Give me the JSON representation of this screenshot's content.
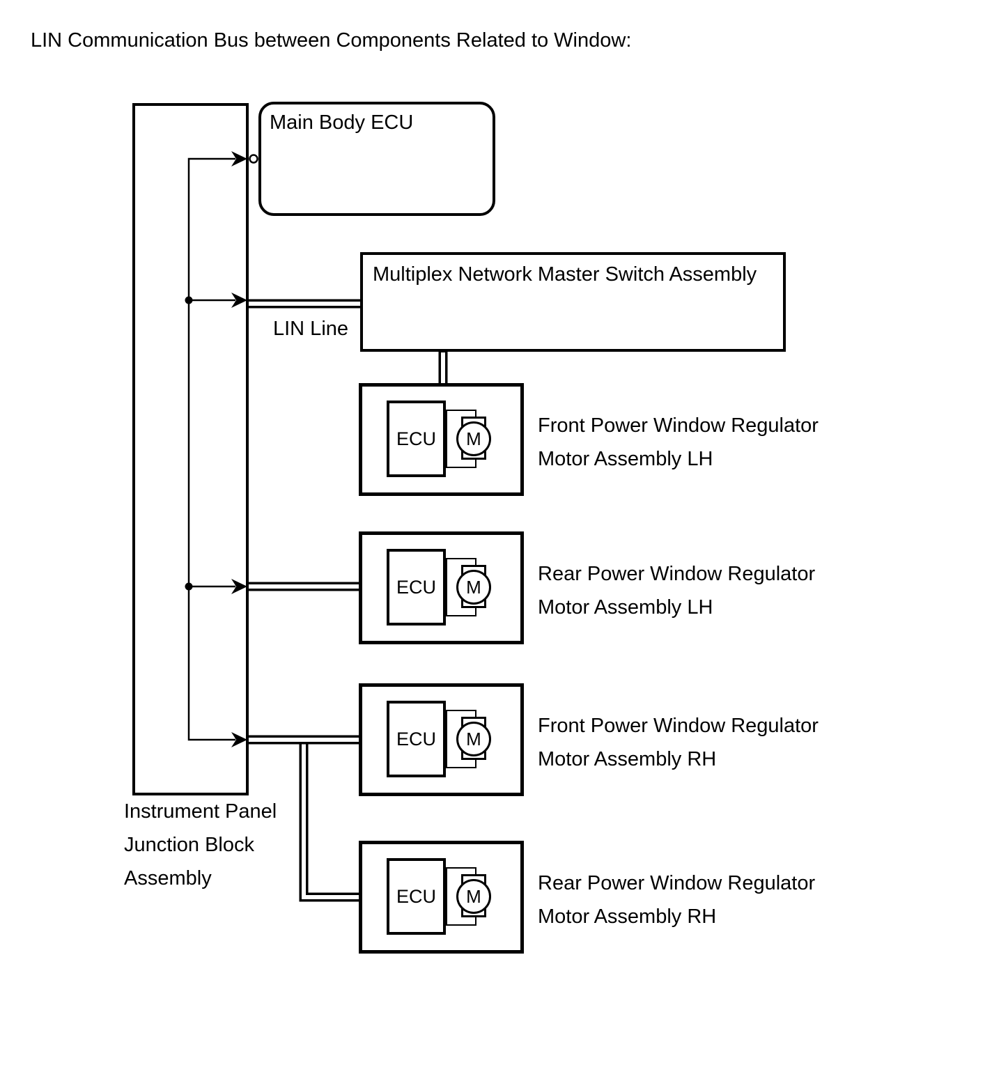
{
  "title": "LIN Communication Bus between Components Related to Window:",
  "colors": {
    "line": "#000000",
    "background": "#ffffff"
  },
  "nodes": {
    "main_body_ecu": {
      "label": "Main Body ECU"
    },
    "master_switch": {
      "label": "Multiplex Network Master Switch Assembly"
    },
    "lin_line": {
      "label": "LIN Line"
    },
    "junction_block": {
      "line1": "Instrument Panel",
      "line2": "Junction Block",
      "line3": "Assembly"
    }
  },
  "modules": [
    {
      "ecu": "ECU",
      "motor": "M",
      "line1": "Front Power Window Regulator",
      "line2": "Motor Assembly LH"
    },
    {
      "ecu": "ECU",
      "motor": "M",
      "line1": "Rear Power Window Regulator",
      "line2": "Motor Assembly LH"
    },
    {
      "ecu": "ECU",
      "motor": "M",
      "line1": "Front Power Window Regulator",
      "line2": "Motor Assembly RH"
    },
    {
      "ecu": "ECU",
      "motor": "M",
      "line1": "Rear Power Window Regulator",
      "line2": "Motor Assembly RH"
    }
  ]
}
